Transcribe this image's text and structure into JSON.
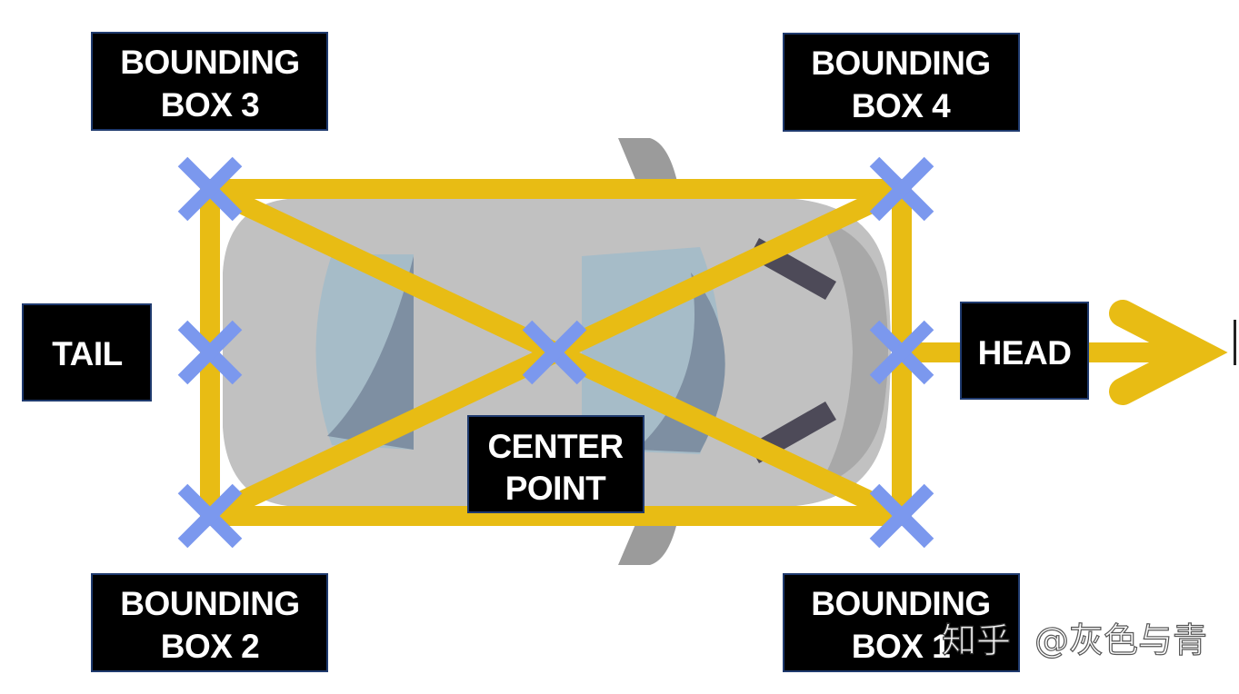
{
  "labels": {
    "bbox3": [
      "BOUNDING",
      "BOX 3"
    ],
    "bbox4": [
      "BOUNDING",
      "BOX 4"
    ],
    "bbox2": [
      "BOUNDING",
      "BOX 2"
    ],
    "bbox1": [
      "BOUNDING",
      "BOX 1"
    ],
    "tail": "TAIL",
    "head": "HEAD",
    "center": [
      "CENTER",
      "POINT"
    ]
  },
  "watermark": {
    "logo": "知乎",
    "handle": "@灰色与青"
  },
  "colors": {
    "box_line": "#E8BC14",
    "marker": "#7B98EE",
    "label_bg": "#000000",
    "car_body": "#C1C1C1",
    "car_glass": "#A6BCC8"
  },
  "icons": {
    "marker": "x-marker-icon",
    "direction": "arrow-right-icon"
  }
}
